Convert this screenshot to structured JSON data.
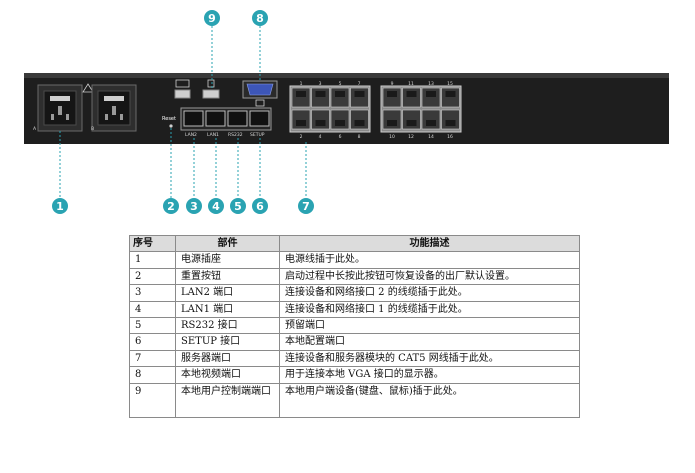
{
  "panel": {
    "reset_label": "Reset",
    "port_labels": [
      "LAN2",
      "LAN1",
      "RS232",
      "SETUP"
    ],
    "socket_marks": [
      "A",
      "B"
    ],
    "top_numbers": [
      "1",
      "3",
      "5",
      "7",
      "9",
      "11",
      "13",
      "15"
    ],
    "bottom_numbers": [
      "2",
      "4",
      "6",
      "8",
      "10",
      "12",
      "14",
      "16"
    ]
  },
  "callouts": [
    "1",
    "2",
    "3",
    "4",
    "5",
    "6",
    "7",
    "8",
    "9"
  ],
  "colors": {
    "callout": "#2aa3b2",
    "chassis": "#1e1e1e",
    "header_bg": "#dcdcdc"
  },
  "table": {
    "headers": [
      "序号",
      "部件",
      "功能描述"
    ],
    "rows": [
      {
        "no": "1",
        "part": "电源插座",
        "desc": "电源线插于此处。"
      },
      {
        "no": "2",
        "part": "重置按钮",
        "desc": "启动过程中长按此按钮可恢复设备的出厂默认设置。"
      },
      {
        "no": "3",
        "part": "LAN2 端口",
        "desc": "连接设备和网络接口 2 的线缆插于此处。"
      },
      {
        "no": "4",
        "part": "LAN1 端口",
        "desc": "连接设备和网络接口 1 的线缆插于此处。"
      },
      {
        "no": "5",
        "part": "RS232 接口",
        "desc": "预留端口"
      },
      {
        "no": "6",
        "part": "SETUP 接口",
        "desc": "本地配置端口"
      },
      {
        "no": "7",
        "part": "服务器端口",
        "desc": "连接设备和服务器模块的 CAT5 网线插于此处。"
      },
      {
        "no": "8",
        "part": "本地视频端口",
        "desc": "用于连接本地 VGA 接口的显示器。"
      },
      {
        "no": "9",
        "part": "本地用户控制端端口",
        "desc": "本地用户端设备(键盘、鼠标)插于此处。"
      }
    ]
  }
}
